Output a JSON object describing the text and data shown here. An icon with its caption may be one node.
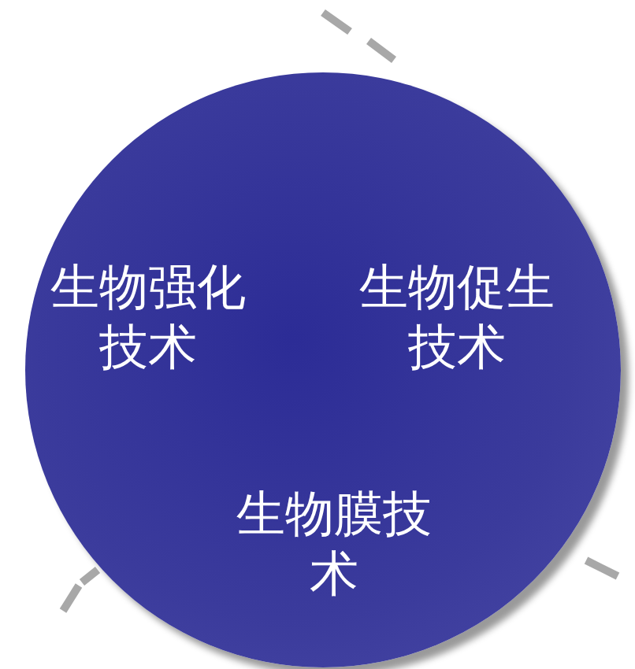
{
  "diagram": {
    "nodes": [
      {
        "text": [
          "生物强化技术",
          "生物促生技术",
          "生物膜技术"
        ]
      }
    ]
  }
}
